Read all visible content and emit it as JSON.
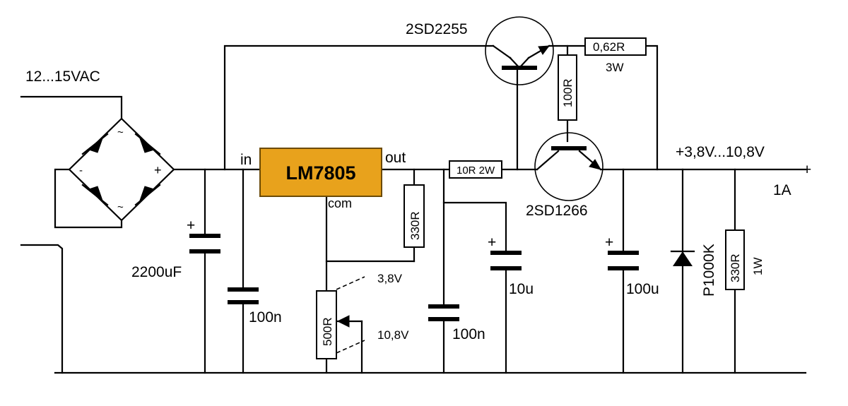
{
  "title": "",
  "labels": {
    "ac_input": "12...15VAC",
    "regulator": "LM7805",
    "reg_in": "in",
    "reg_out": "out",
    "reg_com": "com",
    "c_2200": "2200uF",
    "c_100n_a": "100n",
    "c_100n_b": "100n",
    "c_10u": "10u",
    "c_100u": "100u",
    "r_330_a": "330R",
    "r_500": "500R",
    "pot_min": "3,8V",
    "pot_max": "10,8V",
    "r_10": "10R  2W",
    "q1": "2SD2255",
    "q2": "2SD1266",
    "r_062": "0,62R",
    "r_062_power": "3W",
    "r_100": "100R",
    "output_voltage": "+3,8V...10,8V",
    "output_plus": "+",
    "output_current": "1A",
    "diode": "P1000K",
    "r_330_b": "330R",
    "r_330_b_power": "1W",
    "cap_plus": "+"
  }
}
